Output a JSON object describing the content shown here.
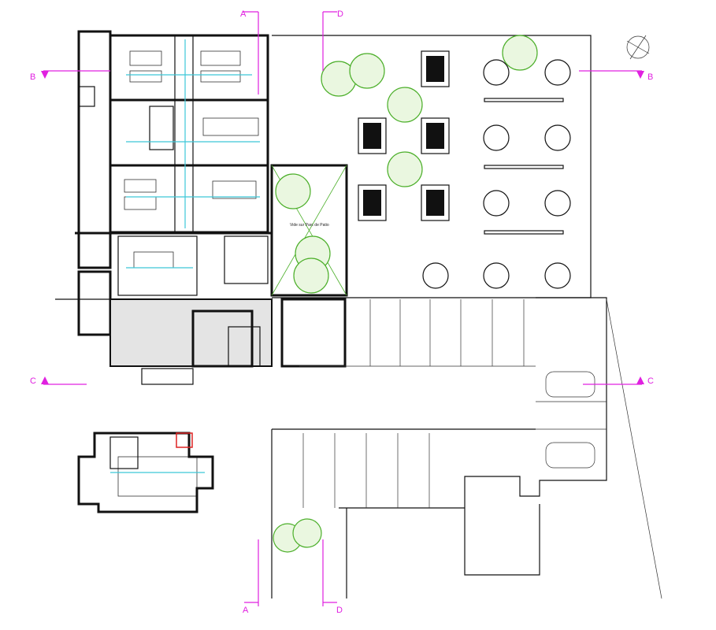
{
  "plan": {
    "section_markers": {
      "a_top": "A",
      "a_bottom": "A",
      "b_left": "B",
      "b_right": "B",
      "c_left": "C",
      "c_right": "C",
      "d_top": "D",
      "d_bottom": "D"
    },
    "void_label": "Vide sur Parc de Patio",
    "colors": {
      "section": "#e020e0",
      "network": "#3cc8d8",
      "trees": "#4caf2a",
      "walls": "#111111"
    }
  }
}
